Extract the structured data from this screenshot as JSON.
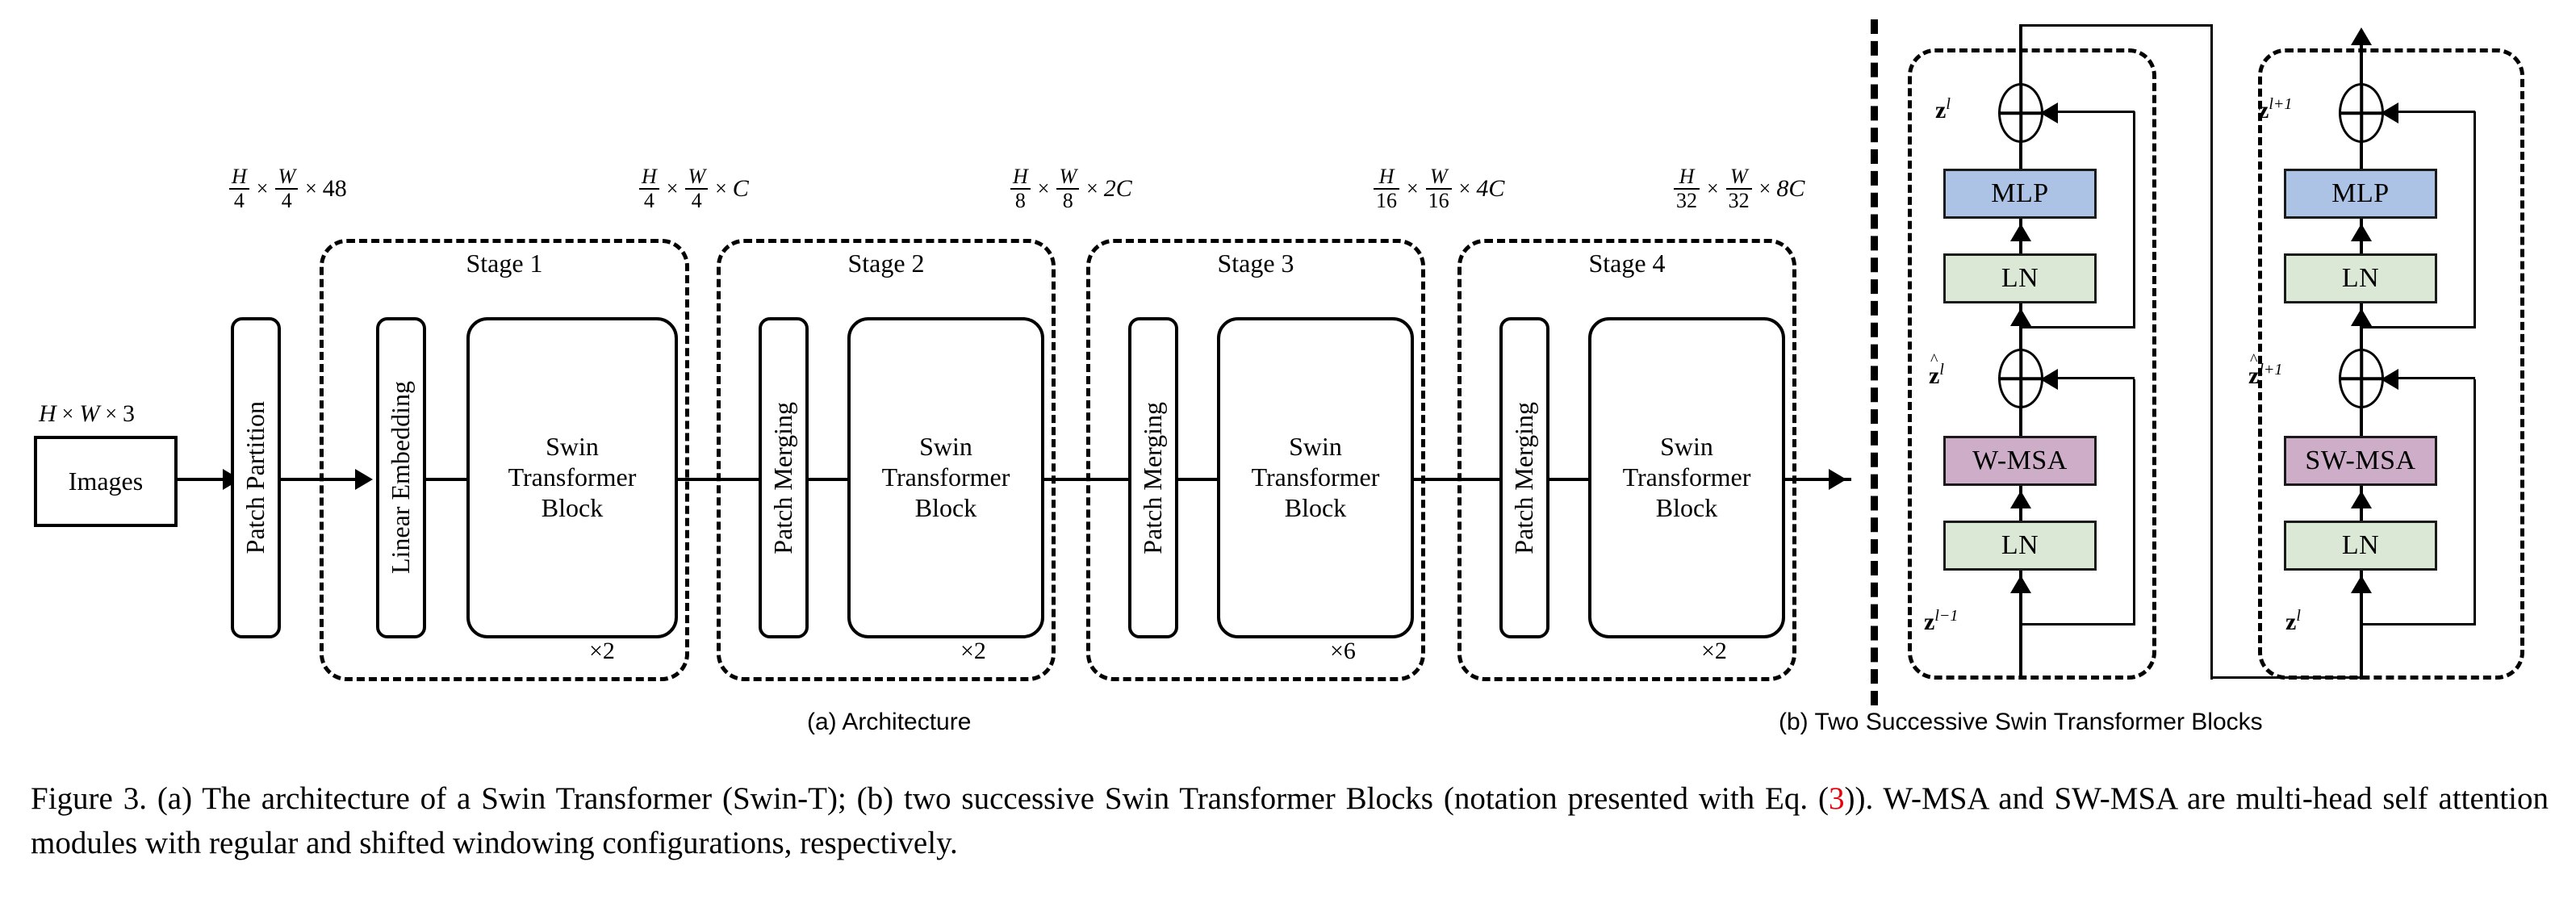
{
  "figure": {
    "id": "Figure 3",
    "caption_parts": {
      "p1": "Figure 3. (a) The architecture of a Swin Transformer (Swin-T); (b) two successive Swin Transformer Blocks (notation presented with Eq. (",
      "ref": "3",
      "p2": ")). W-MSA and SW-MSA are multi-head self attention modules with regular and shifted windowing configurations, respectively."
    },
    "subcaptions": {
      "a": "(a) Architecture",
      "b": "(b) Two Successive Swin Transformer Blocks"
    }
  },
  "architecture": {
    "input": {
      "label": "Images",
      "dim": {
        "parts": [
          "H",
          "×",
          "W",
          "×",
          "3"
        ],
        "text": "H×W×3"
      }
    },
    "patch_partition": {
      "label": "Patch Partition"
    },
    "dims": [
      {
        "name": "after-patch-partition",
        "num1": "H",
        "den1": "4",
        "num2": "W",
        "den2": "4",
        "chan": "48",
        "chan_italic": false
      },
      {
        "name": "after-stage-1",
        "num1": "H",
        "den1": "4",
        "num2": "W",
        "den2": "4",
        "chan": "C",
        "chan_italic": true
      },
      {
        "name": "after-stage-2",
        "num1": "H",
        "den1": "8",
        "num2": "W",
        "den2": "8",
        "chan": "2C",
        "chan_italic": true
      },
      {
        "name": "after-stage-3",
        "num1": "H",
        "den1": "16",
        "num2": "W",
        "den2": "16",
        "chan": "4C",
        "chan_italic": true
      },
      {
        "name": "after-stage-4",
        "num1": "H",
        "den1": "32",
        "num2": "W",
        "den2": "32",
        "chan": "8C",
        "chan_italic": true
      }
    ],
    "stages": [
      {
        "label": "Stage 1",
        "pre": "Linear Embedding",
        "block": "Swin\nTransformer\nBlock",
        "repeat": "×2"
      },
      {
        "label": "Stage 2",
        "pre": "Patch Merging",
        "block": "Swin\nTransformer\nBlock",
        "repeat": "×2"
      },
      {
        "label": "Stage 3",
        "pre": "Patch Merging",
        "block": "Swin\nTransformer\nBlock",
        "repeat": "×6"
      },
      {
        "label": "Stage 4",
        "pre": "Patch Merging",
        "block": "Swin\nTransformer\nBlock",
        "repeat": "×2"
      }
    ],
    "block_lines": {
      "l1": "Swin",
      "l2": "Transformer",
      "l3": "Block"
    }
  },
  "blocks_panel": {
    "block_a": {
      "out_label": {
        "sym": "z",
        "sup": "l",
        "hat": false
      },
      "mid_label": {
        "sym": "z",
        "sup": "l",
        "hat": true
      },
      "in_label": {
        "sym": "z",
        "sup": "l−1",
        "hat": false
      },
      "mlp": "MLP",
      "ln_top": "LN",
      "attn": "W-MSA",
      "ln_bottom": "LN"
    },
    "block_b": {
      "out_label": {
        "sym": "z",
        "sup": "l+1",
        "hat": false
      },
      "mid_label": {
        "sym": "z",
        "sup": "l+1",
        "hat": true
      },
      "in_label": {
        "sym": "z",
        "sup": "l",
        "hat": false
      },
      "mlp": "MLP",
      "ln_top": "LN",
      "attn": "SW-MSA",
      "ln_bottom": "LN"
    },
    "add_symbol": "⊕"
  },
  "colors": {
    "mlp_fill": "#adc3e6",
    "ln_fill": "#dbe8d5",
    "attn_fill": "#ceadc9",
    "stroke": "#000000",
    "reference_link": "#e8000b",
    "background": "#ffffff"
  }
}
